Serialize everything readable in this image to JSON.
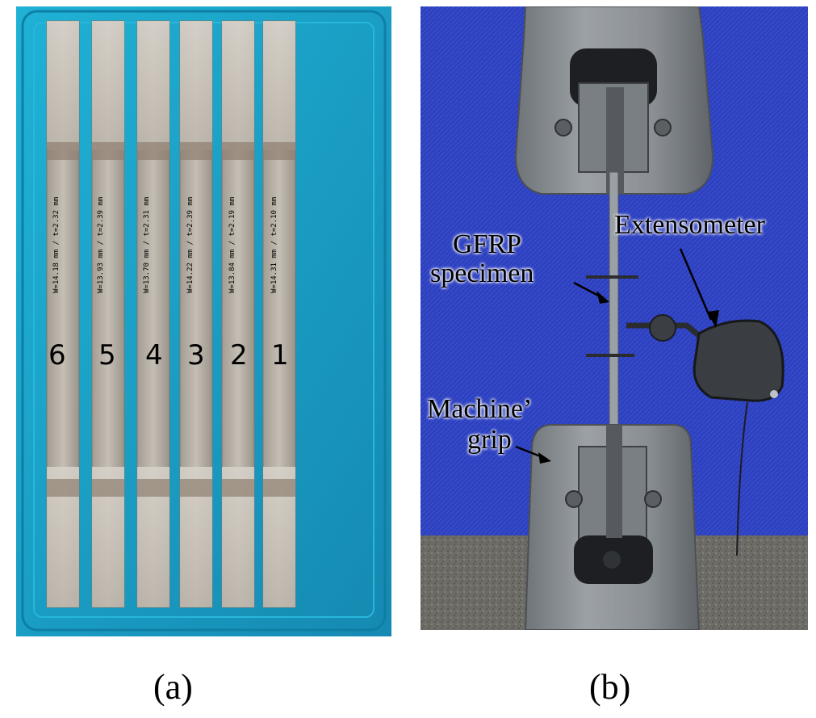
{
  "panel_a": {
    "caption": "(a)",
    "specimens": [
      {
        "number": "6",
        "note": "W=14.18 mm / t=2.32 mm"
      },
      {
        "number": "5",
        "note": "W=13.93 mm / t=2.39 mm"
      },
      {
        "number": "4",
        "note": "W=13.70 mm / t=2.31 mm"
      },
      {
        "number": "3",
        "note": "W=14.22 mm / t=2.39 mm"
      },
      {
        "number": "2",
        "note": "W=13.84 mm / t=2.19 mm"
      },
      {
        "number": "1",
        "note": "W=14.31 mm / t=2.10 mm"
      }
    ]
  },
  "panel_b": {
    "caption": "(b)",
    "labels": {
      "extensometer": "Extensometer",
      "gfrp_line1": "GFRP",
      "gfrp_line2": "specimen",
      "grip_line1": "Machine’",
      "grip_line2": "grip"
    }
  },
  "colors": {
    "tray": "#1a9fc6",
    "backdrop": "#2b3fb8",
    "steel": "#8a8f93",
    "specimen": "#b9b3a8"
  }
}
